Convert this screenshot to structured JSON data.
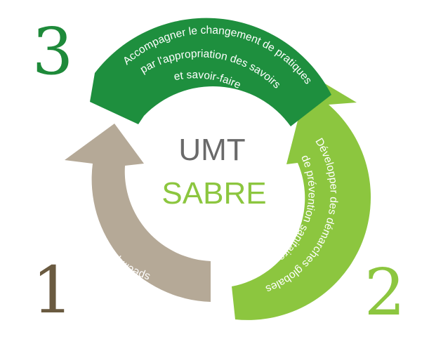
{
  "center": {
    "line1": "UMT",
    "line2": "SABRE",
    "line1_color": "#6a6a6a",
    "line2_color": "#8cc63f"
  },
  "steps": [
    {
      "number": "1",
      "color": "#b5a997",
      "number_color": "#6a5a40",
      "lines": [
        "Elaborer des approches intégratives",
        "spécifiques des maladies"
      ]
    },
    {
      "number": "2",
      "color": "#8cc63f",
      "number_color": "#8cc63f",
      "lines": [
        "Développer des démarches globales",
        "de prévention sanitaire"
      ]
    },
    {
      "number": "3",
      "color": "#1e8f3e",
      "number_color": "#1e8a3a",
      "lines": [
        "Accompagner le changement de pratiques",
        "par l'appropriation des savoirs",
        "et savoir-faire"
      ]
    }
  ]
}
